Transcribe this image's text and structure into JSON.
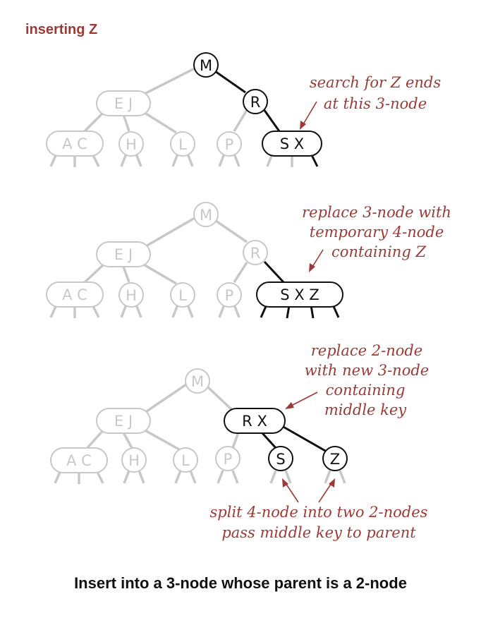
{
  "heading": "inserting Z",
  "caption": "Insert into a 3-node whose parent is a 2-node",
  "colors": {
    "accent": "#9b3a34",
    "active": "#111111",
    "inactive": "#c8c8c8"
  },
  "panel1": {
    "nodes": {
      "m": "M",
      "ej": "E J",
      "r": "R",
      "ac": "A C",
      "h": "H",
      "l": "L",
      "p": "P",
      "sx": "S X"
    },
    "note": [
      "search for Z ends",
      "at this 3-node"
    ]
  },
  "panel2": {
    "nodes": {
      "m": "M",
      "ej": "E J",
      "r": "R",
      "ac": "A C",
      "h": "H",
      "l": "L",
      "p": "P",
      "sxz": "S X Z"
    },
    "note": [
      "replace 3-node with",
      "temporary 4-node",
      "containing Z"
    ]
  },
  "panel3": {
    "nodes": {
      "m": "M",
      "ej": "E J",
      "rx": "R X",
      "ac": "A C",
      "h": "H",
      "l": "L",
      "p": "P",
      "s": "S",
      "z": "Z"
    },
    "note_top": [
      "replace 2-node",
      "with new 3-node",
      "containing",
      "middle key"
    ],
    "note_bottom": [
      "split 4-node into two 2-nodes",
      "pass middle key to parent"
    ]
  }
}
